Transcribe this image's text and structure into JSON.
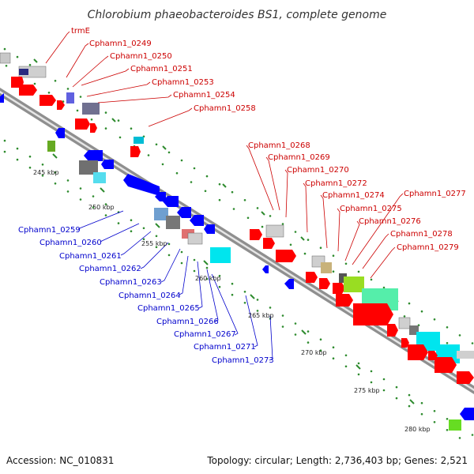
{
  "title": "Chlorobium phaeobacteroides BS1, complete genome",
  "accession": "Accession: NC_010831",
  "summary": "Topology: circular; Length: 2,736,403 bp; Genes: 2,521",
  "colors": {
    "backbone": "#8f8f8f",
    "forward_label": "#cc0000",
    "reverse_label": "#0000cc",
    "tick_dots": "#2e8b2e"
  },
  "ticks": [
    "245 kbp",
    "250 kbp",
    "255 kbp",
    "260 kbp",
    "265 kbp",
    "270 kbp",
    "275 kbp",
    "280 kbp"
  ],
  "forward_labels": [
    "trmE",
    "Cphamn1_0249",
    "Cphamn1_0250",
    "Cphamn1_0251",
    "Cphamn1_0253",
    "Cphamn1_0254",
    "Cphamn1_0258",
    "Cphamn1_0268",
    "Cphamn1_0269",
    "Cphamn1_0270",
    "Cphamn1_0272",
    "Cphamn1_0274",
    "Cphamn1_0275",
    "Cphamn1_0276",
    "Cphamn1_0277",
    "Cphamn1_0278",
    "Cphamn1_0279"
  ],
  "reverse_labels": [
    "Cphamn1_0259",
    "Cphamn1_0260",
    "Cphamn1_0261",
    "Cphamn1_0262",
    "Cphamn1_0263",
    "Cphamn1_0264",
    "Cphamn1_0265",
    "Cphamn1_0266",
    "Cphamn1_0267",
    "Cphamn1_0271",
    "Cphamn1_0273"
  ]
}
